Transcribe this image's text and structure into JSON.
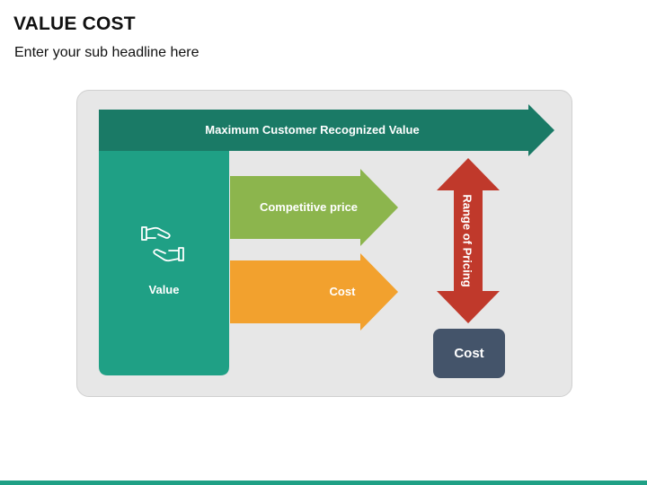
{
  "header": {
    "title": "VALUE COST",
    "subtitle": "Enter your sub headline here"
  },
  "diagram": {
    "max_value_label": "Maximum Customer Recognized Value",
    "value_label": "Value",
    "competitive_price_label": "Competitive price",
    "cost_arrow_label": "Cost",
    "range_label": "Range of Pricing",
    "cost_box_label": "Cost",
    "icons": [
      "handshake-hands-icon"
    ]
  },
  "colors": {
    "dark_green": "#1a7a66",
    "teal": "#1fa085",
    "light_green": "#8cb54d",
    "orange": "#f2a12e",
    "red": "#c0392b",
    "navy": "#44546a",
    "panel_gray": "#e7e7e7"
  }
}
